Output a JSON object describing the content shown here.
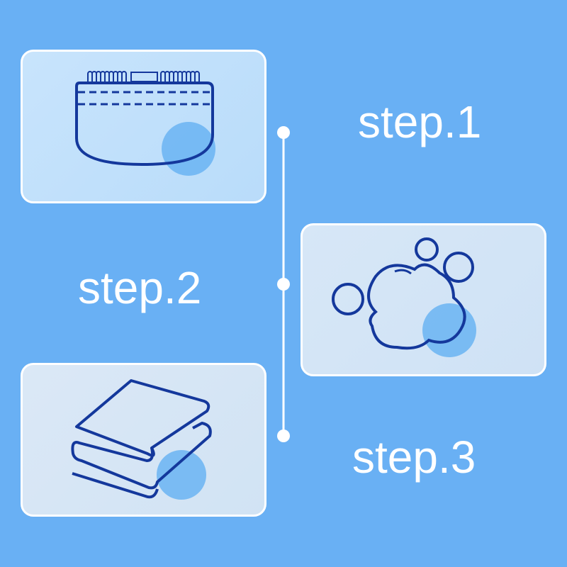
{
  "steps": [
    {
      "label": "step.1",
      "icon": "shower-cap-icon"
    },
    {
      "label": "step.2",
      "icon": "foam-bubbles-icon"
    },
    {
      "label": "step.3",
      "icon": "folded-towels-icon"
    }
  ],
  "colors": {
    "background": "#69b0f4",
    "icon_stroke": "#14389c",
    "accent_circle": "#6ab4f2"
  }
}
